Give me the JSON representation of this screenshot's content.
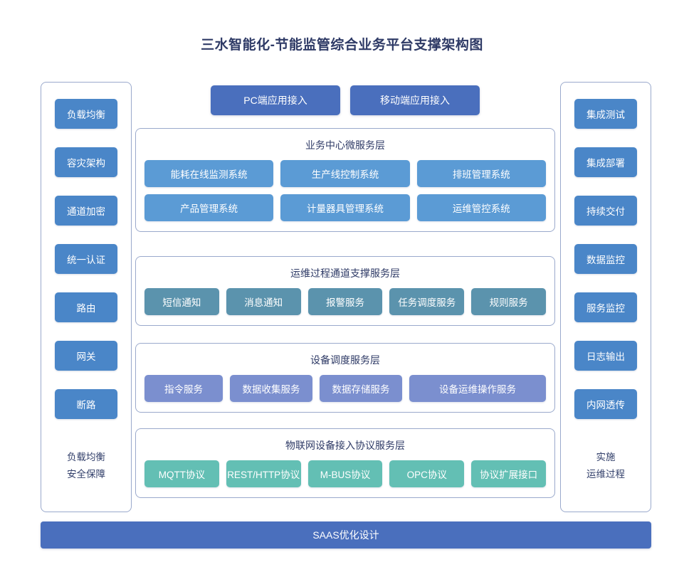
{
  "title": "三水智能化-节能监管综合业务平台支撑架构图",
  "colors": {
    "title_text": "#2e3a66",
    "sidebar_box": "#4a86c8",
    "top_button": "#4a6fbd",
    "business_layer_node": "#5b9bd5",
    "ops_layer_node": "#5b93ad",
    "device_layer_node": "#7b8fcf",
    "iot_layer_node": "#63bfb4",
    "bottom_bar": "#4a6fbd",
    "panel_border": "#9aa9cc"
  },
  "left_panel": {
    "items": [
      {
        "label": "负载均衡"
      },
      {
        "label": "容灾架构"
      },
      {
        "label": "通道加密"
      },
      {
        "label": "统一认证"
      },
      {
        "label": "路由"
      },
      {
        "label": "网关"
      },
      {
        "label": "断路"
      }
    ],
    "footer_line1": "负载均衡",
    "footer_line2": "安全保障"
  },
  "right_panel": {
    "items": [
      {
        "label": "集成测试"
      },
      {
        "label": "集成部署"
      },
      {
        "label": "持续交付"
      },
      {
        "label": "数据监控"
      },
      {
        "label": "服务监控"
      },
      {
        "label": "日志输出"
      },
      {
        "label": "内网透传"
      }
    ],
    "footer_line1": "实施",
    "footer_line2": "运维过程"
  },
  "top_access": {
    "buttons": [
      {
        "label": "PC端应用接入"
      },
      {
        "label": "移动端应用接入"
      }
    ]
  },
  "layers": [
    {
      "id": "business",
      "title": "业务中心微服务层",
      "rows": [
        [
          {
            "label": "能耗在线监测系统"
          },
          {
            "label": "生产线控制系统"
          },
          {
            "label": "排班管理系统"
          }
        ],
        [
          {
            "label": "产品管理系统"
          },
          {
            "label": "计量器具管理系统"
          },
          {
            "label": "运维管控系统"
          }
        ]
      ]
    },
    {
      "id": "ops",
      "title": "运维过程通道支撑服务层",
      "rows": [
        [
          {
            "label": "短信通知"
          },
          {
            "label": "消息通知"
          },
          {
            "label": "报警服务"
          },
          {
            "label": "任务调度服务"
          },
          {
            "label": "规则服务"
          }
        ]
      ]
    },
    {
      "id": "device",
      "title": "设备调度服务层",
      "rows": [
        [
          {
            "label": "指令服务"
          },
          {
            "label": "数据收集服务"
          },
          {
            "label": "数据存储服务"
          },
          {
            "label": "设备运维操作服务"
          }
        ]
      ]
    },
    {
      "id": "iot",
      "title": "物联网设备接入协议服务层",
      "rows": [
        [
          {
            "label": "MQTT协议"
          },
          {
            "label": "REST/HTTP协议"
          },
          {
            "label": "M-BUS协议"
          },
          {
            "label": "OPC协议"
          },
          {
            "label": "协议扩展接口"
          }
        ]
      ]
    }
  ],
  "bottom_bar": {
    "label": "SAAS优化设计"
  }
}
